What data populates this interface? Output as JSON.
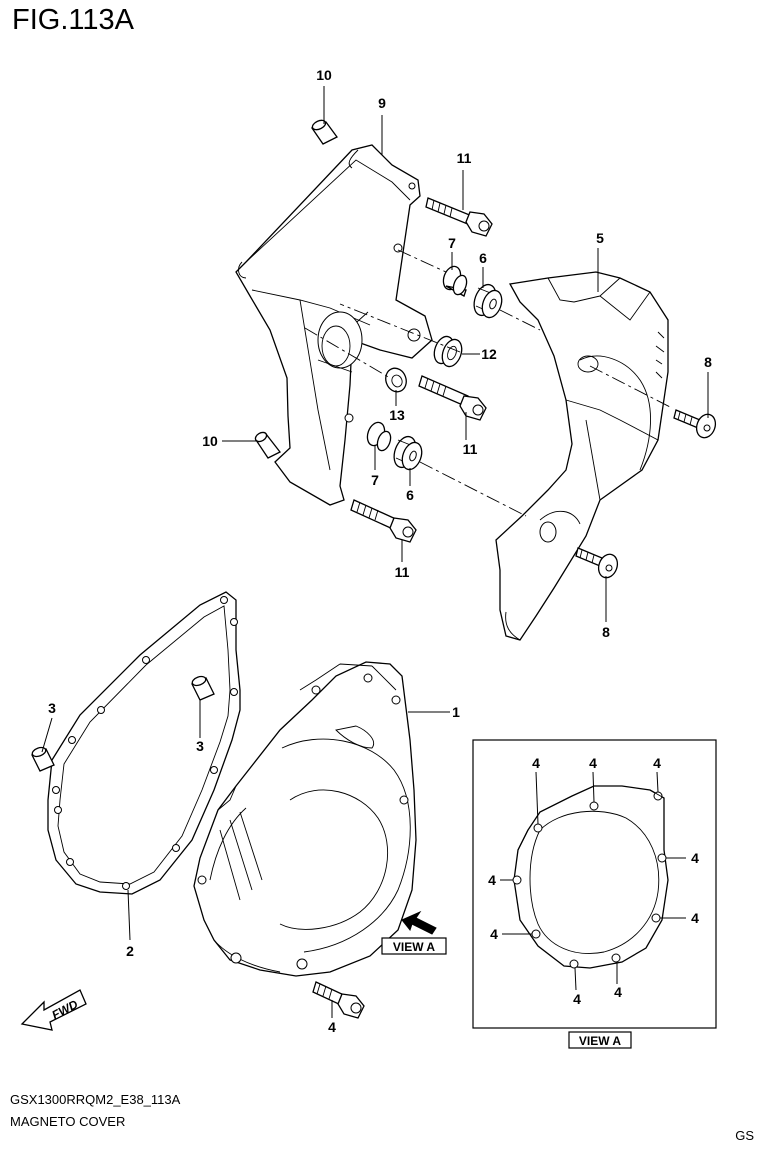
{
  "header": {
    "fig_title": "FIG.113A"
  },
  "footer": {
    "model_code": "GSX1300RRQM2_E38_113A",
    "caption": "MAGNETO COVER",
    "region": "GS"
  },
  "view_labels": {
    "inset": "VIEW A",
    "pointer": "VIEW A"
  },
  "fwd_label": "FWD",
  "callouts": {
    "c1": "1",
    "c2": "2",
    "c3a": "3",
    "c3b": "3",
    "c4a": "4",
    "c4b": "4",
    "c4c": "4",
    "c4d": "4",
    "c4e": "4",
    "c4f": "4",
    "c4g": "4",
    "c4h": "4",
    "c4i": "4",
    "c4j": "4",
    "c5": "5",
    "c6a": "6",
    "c6b": "6",
    "c7a": "7",
    "c7b": "7",
    "c8a": "8",
    "c8b": "8",
    "c9": "9",
    "c10a": "10",
    "c10b": "10",
    "c11a": "11",
    "c11b": "11",
    "c11c": "11",
    "c12": "12",
    "c13": "13"
  }
}
